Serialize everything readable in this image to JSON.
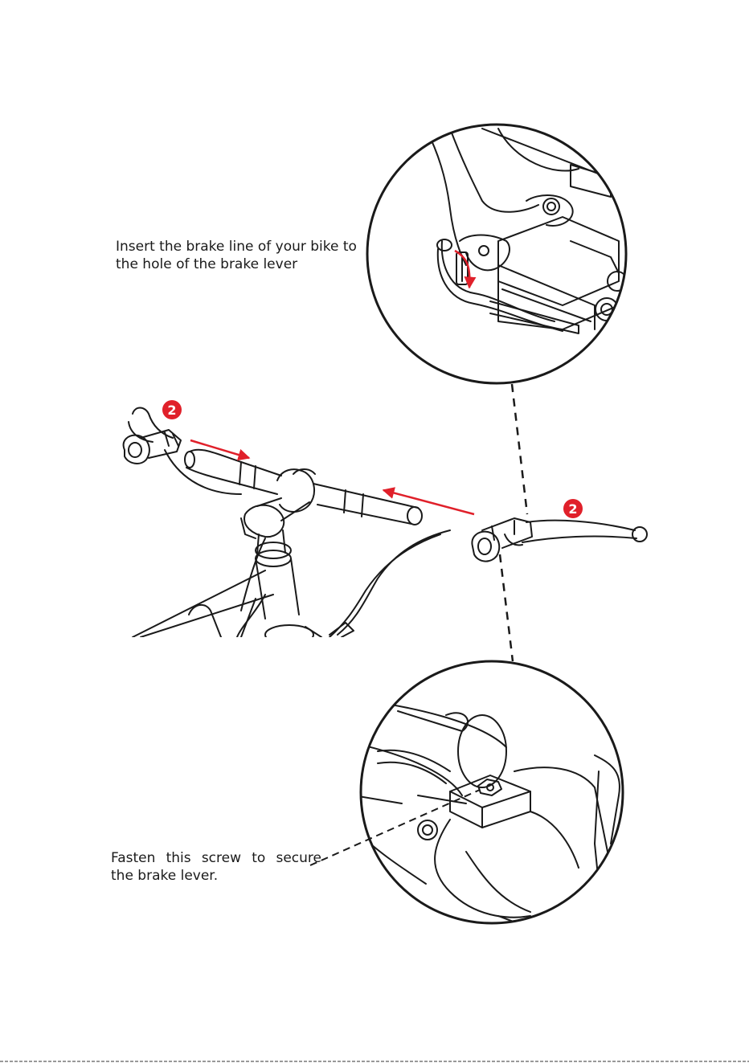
{
  "captions": {
    "insert_line_1": "Insert the brake line of your bike to",
    "insert_line_2": "the hole of the brake lever",
    "fasten_line_1": "Fasten this screw to secure",
    "fasten_line_2": "the brake lever."
  },
  "step_badges": {
    "left": "2",
    "right": "2"
  },
  "colors": {
    "badge": "#e0202a",
    "arrow": "#e0202a",
    "line_art": "#1a1a1a"
  },
  "icons": {
    "arrow_toward_stem_left": "red-arrow-right-icon",
    "arrow_toward_stem_right": "red-arrow-left-icon",
    "insert_direction": "red-curved-arrow-icon"
  }
}
